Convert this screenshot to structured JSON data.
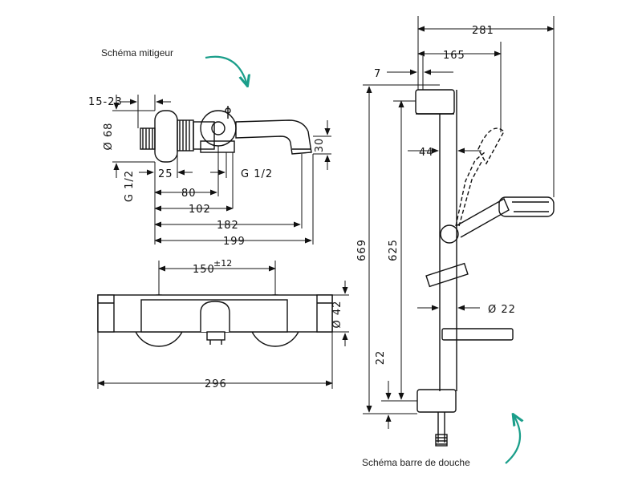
{
  "captions": {
    "mixer": "Schéma mitigeur",
    "shower_bar": "Schéma barre de douche"
  },
  "dimensions": {
    "d15_23": "15-23",
    "dia68": "Ø 68",
    "g_half_left": "G 1/2",
    "g_half_right": "G 1/2",
    "d25": "25",
    "d80": "80",
    "d102": "102",
    "d182": "182",
    "d199": "199",
    "d30": "30",
    "d150": "150",
    "tol12": "±12",
    "dia42": "Ø 42",
    "d296": "296",
    "d281": "281",
    "d165": "165",
    "d7": "7",
    "d44": "44",
    "d669": "669",
    "d625": "625",
    "dia22": "Ø 22",
    "d22": "22"
  },
  "colors": {
    "line": "#111111",
    "arrow_accent": "#1a9e8a"
  }
}
